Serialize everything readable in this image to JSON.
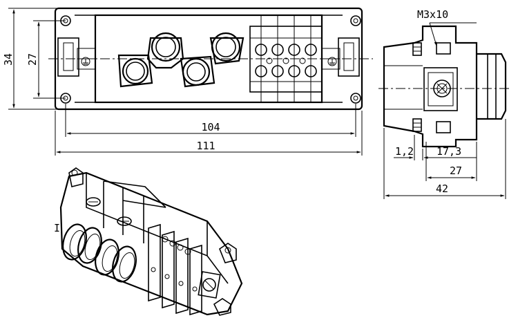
{
  "drawing": {
    "dimensions": {
      "height_outer": "34",
      "height_inner": "27",
      "width_inner": "104",
      "width_outer": "111",
      "screw_callout": "M3x10",
      "side_offset": "1,2",
      "side_depth": "17,3",
      "side_width_inner": "27",
      "side_width_outer": "42"
    },
    "marks": {
      "iso_label": "I"
    },
    "colors": {
      "line": "#000000",
      "background": "#ffffff"
    }
  }
}
